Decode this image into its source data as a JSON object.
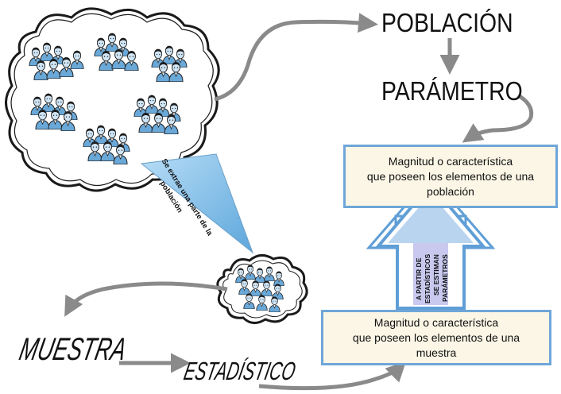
{
  "labels": {
    "poblacion": "POBLACIÓN",
    "parametro": "PARÁMETRO",
    "muestra": "MUESTRA",
    "estadistico": "ESTADÍSTICO"
  },
  "boxes": {
    "parametro_def": [
      "Magnitud o característica",
      "que poseen los elementos de una",
      "población"
    ],
    "estadistico_def": [
      "Magnitud o característica",
      "que poseen los elementos de una",
      "muestra"
    ]
  },
  "triangle_text": [
    "Se extrae una parte de la",
    "población"
  ],
  "up_arrow_text": [
    "A PARTIR DE",
    "ESTADÍSTICOS",
    "SE ESTIMAN",
    "PARÁMETROS"
  ],
  "icons": {
    "population_cloud": "crowd-cloud-icon",
    "sample_cloud": "small-crowd-cloud-icon"
  },
  "colors": {
    "box_fill": "#fbf6e6",
    "box_border": "#6fa6d8",
    "arrow_gray": "#8a8a8a",
    "triangle_blue": "#8ec7ee",
    "up_arrow_fill": "#c9c9ef",
    "person_blue": "#6aa8d8"
  }
}
